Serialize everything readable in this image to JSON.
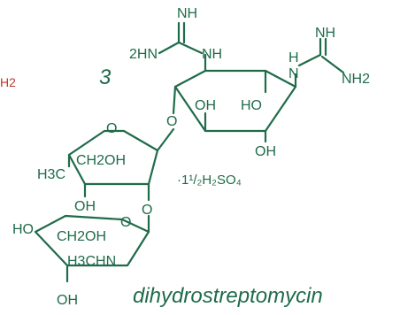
{
  "compound": {
    "number": "3",
    "name": "dihydrostreptomycin",
    "salt": "·1¹/₂H₂SO₄",
    "edge_fragment": "H2",
    "colors": {
      "structure": "#1f6b4a",
      "fragment": "#c0392b"
    }
  },
  "labels": {
    "nh_top": "NH",
    "hn2_left": "2HN",
    "nh_left_link": "NH",
    "nh_right_top": "NH",
    "nh_right_link": "N",
    "h_right_link": "H",
    "nh2_right": "NH2",
    "ho_ring1": "HO",
    "oh_ring1": "OH",
    "oh_ring1_bottom": "OH",
    "o_glyco1": "O",
    "o_ring2": "O",
    "h3c": "H3C",
    "ch2oh_ring2": "CH2OH",
    "oh_ring2": "OH",
    "o_glyco2": "O",
    "ho_ring3": "HO",
    "ch2oh_ring3": "CH2OH",
    "o_ring3": "O",
    "h3chn": "H3CHN",
    "oh_ring3": "OH"
  }
}
